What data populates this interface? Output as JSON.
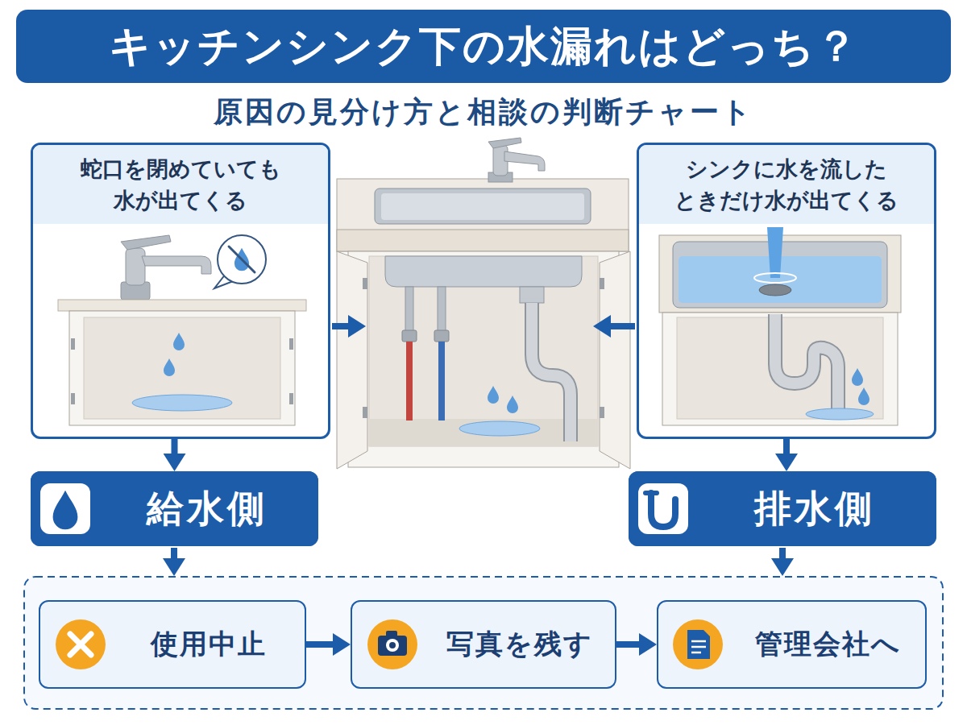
{
  "diagram": {
    "title": "キッチンシンク下の水漏れはどっち？",
    "nodes": [
      {
        "text": [
          "蛇口を閉めていても 水が出てくる"
        ]
      },
      {
        "text": [
          "シンクに水を流した ときだけ水が出てくる"
        ]
      },
      {
        "text": [
          "給水側"
        ]
      },
      {
        "text": [
          "排水側"
        ]
      },
      {
        "text": [
          "使用中止"
        ]
      },
      {
        "text": [
          "写真を残す"
        ]
      },
      {
        "text": [
          "管理会社へ"
        ]
      }
    ],
    "edges": [
      {
        "from": 0,
        "to": 2,
        "arrow": "to"
      },
      {
        "from": 1,
        "to": 3,
        "arrow": "to"
      },
      {
        "from": 4,
        "to": 5,
        "arrow": "to"
      },
      {
        "from": 5,
        "to": 6,
        "arrow": "to"
      }
    ],
    "labels": [
      "原因の見分け方と相談の判断チャート"
    ]
  }
}
